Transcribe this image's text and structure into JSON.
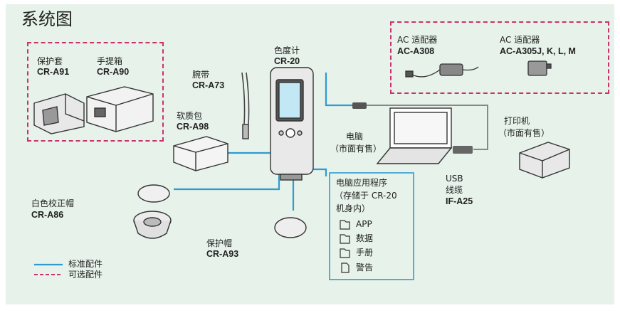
{
  "title": "系统图",
  "colors": {
    "panel_bg": "#e6f2ea",
    "standard_line": "#2f9bd0",
    "optional_border": "#c8336e"
  },
  "items": {
    "soft_cover": {
      "name": "保护套",
      "code": "CR-A91"
    },
    "hard_case": {
      "name": "手提箱",
      "code": "CR-A90"
    },
    "wrist_strap": {
      "name": "腕带",
      "code": "CR-A73"
    },
    "colorimeter": {
      "name": "色度计",
      "code": "CR-20"
    },
    "soft_case": {
      "name": "软质包",
      "code": "CR-A98"
    },
    "calibration_cap": {
      "name": "白色校正帽",
      "code": "CR-A86"
    },
    "protective_cap": {
      "name": "保护帽",
      "code": "CR-A93"
    },
    "ac_adapter_1": {
      "name": "AC 适配器",
      "code": "AC-A308"
    },
    "ac_adapter_2": {
      "name": "AC 适配器",
      "code": "AC-A305J, K, L, M"
    },
    "pc": {
      "name": "电脑",
      "note": "（市面有售）"
    },
    "printer": {
      "name": "打印机",
      "note": "（市面有售）"
    },
    "usb_cable": {
      "name1": "USB",
      "name2": "线缆",
      "code": "IF-A25"
    }
  },
  "pc_app": {
    "title": "电脑应用程序",
    "desc1": "（存储于 CR-20",
    "desc2": "机身内）",
    "entries": [
      {
        "label": "APP",
        "icon": "folder-icon"
      },
      {
        "label": "数据",
        "icon": "folder-icon"
      },
      {
        "label": "手册",
        "icon": "folder-icon"
      },
      {
        "label": "警告",
        "icon": "document-icon"
      }
    ]
  },
  "legend": {
    "standard": "标准配件",
    "optional": "可选配件"
  }
}
